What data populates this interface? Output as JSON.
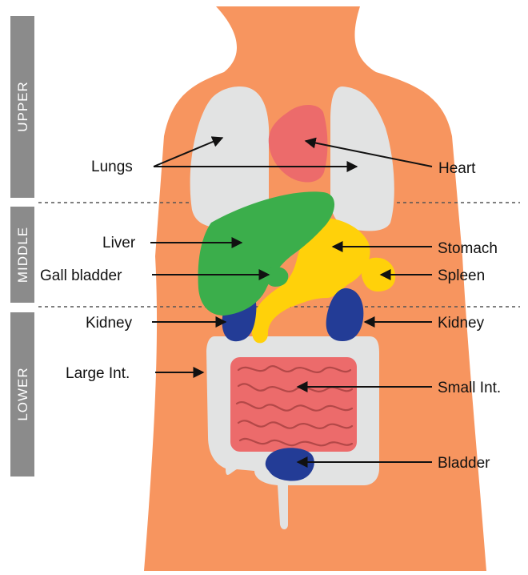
{
  "sections": [
    {
      "id": "upper",
      "label": "UPPER"
    },
    {
      "id": "middle",
      "label": "MIDDLE"
    },
    {
      "id": "lower",
      "label": "LOWER"
    }
  ],
  "colors": {
    "skin": "#F7955F",
    "lungs": "#E2E3E3",
    "heart": "#EC6B6B",
    "liver": "#3BAE4B",
    "stomach": "#FFD10A",
    "kidney": "#233C96",
    "intestine_large": "#E2E3E3",
    "intestine_small": "#EC6B6B",
    "bladder": "#233C96",
    "section_bar": "#8B8B8B",
    "label_text": "#111111"
  },
  "labels": {
    "lungs": "Lungs",
    "heart": "Heart",
    "liver": "Liver",
    "stomach": "Stomach",
    "gall_bladder": "Gall bladder",
    "spleen": "Spleen",
    "kidney_left": "Kidney",
    "kidney_right": "Kidney",
    "large_int": "Large Int.",
    "small_int": "Small Int.",
    "bladder": "Bladder"
  }
}
